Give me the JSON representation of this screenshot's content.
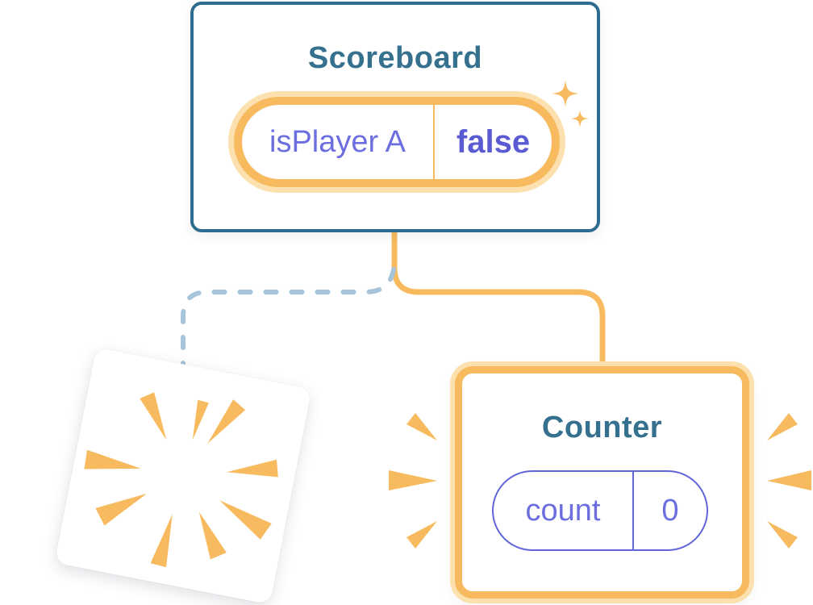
{
  "illustration": {
    "description": "Component tree state diagram: Scoreboard keeps its state while a child component is destroyed (poof) and a new Counter is mounted fresh",
    "scoreboard": {
      "title": "Scoreboard",
      "state": {
        "key": "isPlayer A",
        "value": "false"
      }
    },
    "counter": {
      "title": "Counter",
      "state": {
        "key": "count",
        "value": "0"
      }
    },
    "icons": [
      "sparkle-icon",
      "poof-burst-icon",
      "highlight-burst-icon",
      "orange-connector-line",
      "dashed-connector-line"
    ]
  },
  "colors": {
    "teal_border": "#2E6D8F",
    "teal_text": "#35718F",
    "orange": "#F7BA5F",
    "orange_light": "#FCE0AD",
    "purple_text": "#6C6EE0",
    "purple_bold": "#5A5BD3",
    "purple_outline": "#6065D8",
    "dashed_blue": "#A6C4DA",
    "card_bg": "#FFFFFF"
  }
}
